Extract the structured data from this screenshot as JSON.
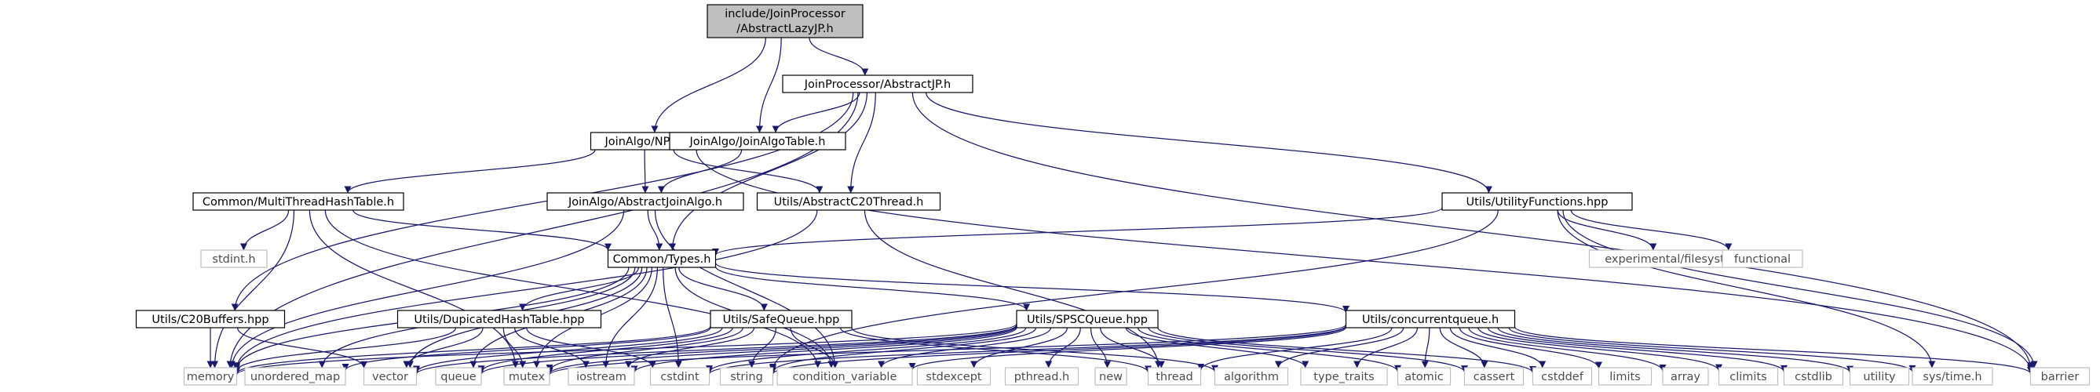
{
  "graph": {
    "nodes": [
      {
        "id": "root",
        "label": "include/JoinProcessor\n/AbstractLazyJP.h",
        "kind": "root"
      },
      {
        "id": "abstractjp",
        "label": "JoinProcessor/AbstractJP.h",
        "kind": "file"
      },
      {
        "id": "npj",
        "label": "JoinAlgo/NPJ.h",
        "kind": "file"
      },
      {
        "id": "joinalgotable",
        "label": "JoinAlgo/JoinAlgoTable.h",
        "kind": "file"
      },
      {
        "id": "mtht",
        "label": "Common/MultiThreadHashTable.h",
        "kind": "file"
      },
      {
        "id": "abstractjoinalgo",
        "label": "JoinAlgo/AbstractJoinAlgo.h",
        "kind": "file"
      },
      {
        "id": "c20thread",
        "label": "Utils/AbstractC20Thread.h",
        "kind": "file"
      },
      {
        "id": "utilityfns",
        "label": "Utils/UtilityFunctions.hpp",
        "kind": "file"
      },
      {
        "id": "stdint_h",
        "label": "stdint.h",
        "kind": "sys"
      },
      {
        "id": "types",
        "label": "Common/Types.h",
        "kind": "file"
      },
      {
        "id": "expfs",
        "label": "experimental/filesystem",
        "kind": "sys"
      },
      {
        "id": "functional",
        "label": "functional",
        "kind": "sys"
      },
      {
        "id": "c20buffers",
        "label": "Utils/C20Buffers.hpp",
        "kind": "file"
      },
      {
        "id": "dupht",
        "label": "Utils/DupicatedHashTable.hpp",
        "kind": "file"
      },
      {
        "id": "safequeue",
        "label": "Utils/SafeQueue.hpp",
        "kind": "file"
      },
      {
        "id": "spscqueue",
        "label": "Utils/SPSCQueue.hpp",
        "kind": "file"
      },
      {
        "id": "concqueue",
        "label": "Utils/concurrentqueue.h",
        "kind": "file"
      },
      {
        "id": "memory",
        "label": "memory",
        "kind": "sys"
      },
      {
        "id": "unordered_map",
        "label": "unordered_map",
        "kind": "sys"
      },
      {
        "id": "vector",
        "label": "vector",
        "kind": "sys"
      },
      {
        "id": "queue",
        "label": "queue",
        "kind": "sys"
      },
      {
        "id": "mutex",
        "label": "mutex",
        "kind": "sys"
      },
      {
        "id": "iostream",
        "label": "iostream",
        "kind": "sys"
      },
      {
        "id": "cstdint",
        "label": "cstdint",
        "kind": "sys"
      },
      {
        "id": "string",
        "label": "string",
        "kind": "sys"
      },
      {
        "id": "condvar",
        "label": "condition_variable",
        "kind": "sys"
      },
      {
        "id": "stdexcept",
        "label": "stdexcept",
        "kind": "sys"
      },
      {
        "id": "pthread",
        "label": "pthread.h",
        "kind": "sys"
      },
      {
        "id": "new",
        "label": "new",
        "kind": "sys"
      },
      {
        "id": "thread",
        "label": "thread",
        "kind": "sys"
      },
      {
        "id": "algorithm",
        "label": "algorithm",
        "kind": "sys"
      },
      {
        "id": "type_traits",
        "label": "type_traits",
        "kind": "sys"
      },
      {
        "id": "atomic",
        "label": "atomic",
        "kind": "sys"
      },
      {
        "id": "cassert",
        "label": "cassert",
        "kind": "sys"
      },
      {
        "id": "cstddef",
        "label": "cstddef",
        "kind": "sys"
      },
      {
        "id": "limits",
        "label": "limits",
        "kind": "sys"
      },
      {
        "id": "array",
        "label": "array",
        "kind": "sys"
      },
      {
        "id": "climits",
        "label": "climits",
        "kind": "sys"
      },
      {
        "id": "cstdlib",
        "label": "cstdlib",
        "kind": "sys"
      },
      {
        "id": "utility",
        "label": "utility",
        "kind": "sys"
      },
      {
        "id": "systime",
        "label": "sys/time.h",
        "kind": "sys"
      },
      {
        "id": "barrier",
        "label": "barrier",
        "kind": "sys"
      }
    ],
    "edges": [
      [
        "root",
        "abstractjp"
      ],
      [
        "root",
        "npj"
      ],
      [
        "root",
        "joinalgotable"
      ],
      [
        "abstractjp",
        "memory"
      ],
      [
        "abstractjp",
        "c20buffers"
      ],
      [
        "abstractjp",
        "joinalgotable"
      ],
      [
        "abstractjp",
        "c20thread"
      ],
      [
        "abstractjp",
        "types"
      ],
      [
        "abstractjp",
        "utilityfns"
      ],
      [
        "abstractjp",
        "barrier"
      ],
      [
        "npj",
        "mtht"
      ],
      [
        "npj",
        "abstractjoinalgo"
      ],
      [
        "npj",
        "c20thread"
      ],
      [
        "npj",
        "barrier"
      ],
      [
        "joinalgotable",
        "abstractjoinalgo"
      ],
      [
        "mtht",
        "stdint_h"
      ],
      [
        "mtht",
        "types"
      ],
      [
        "mtht",
        "memory"
      ],
      [
        "mtht",
        "mutex"
      ],
      [
        "mtht",
        "condvar"
      ],
      [
        "abstractjoinalgo",
        "types"
      ],
      [
        "abstractjoinalgo",
        "memory"
      ],
      [
        "abstractjoinalgo",
        "condvar"
      ],
      [
        "c20thread",
        "memory"
      ],
      [
        "c20thread",
        "thread"
      ],
      [
        "utilityfns",
        "types"
      ],
      [
        "utilityfns",
        "expfs"
      ],
      [
        "utilityfns",
        "functional"
      ],
      [
        "utilityfns",
        "string"
      ],
      [
        "utilityfns",
        "systime"
      ],
      [
        "utilityfns",
        "barrier"
      ],
      [
        "types",
        "memory"
      ],
      [
        "types",
        "unordered_map"
      ],
      [
        "types",
        "vector"
      ],
      [
        "types",
        "queue"
      ],
      [
        "types",
        "mutex"
      ],
      [
        "types",
        "iostream"
      ],
      [
        "types",
        "dupht"
      ],
      [
        "types",
        "safequeue"
      ],
      [
        "types",
        "spscqueue"
      ],
      [
        "types",
        "concqueue"
      ],
      [
        "types",
        "condvar"
      ],
      [
        "types",
        "cstdint"
      ],
      [
        "c20buffers",
        "memory"
      ],
      [
        "c20buffers",
        "vector"
      ],
      [
        "dupht",
        "vector"
      ],
      [
        "dupht",
        "iostream"
      ],
      [
        "dupht",
        "memory"
      ],
      [
        "dupht",
        "mutex"
      ],
      [
        "dupht",
        "cstdint"
      ],
      [
        "safequeue",
        "memory"
      ],
      [
        "safequeue",
        "queue"
      ],
      [
        "safequeue",
        "mutex"
      ],
      [
        "safequeue",
        "condvar"
      ],
      [
        "safequeue",
        "iostream"
      ],
      [
        "safequeue",
        "vector"
      ],
      [
        "safequeue",
        "string"
      ],
      [
        "safequeue",
        "thread"
      ],
      [
        "safequeue",
        "unordered_map"
      ],
      [
        "safequeue",
        "algorithm"
      ],
      [
        "spscqueue",
        "memory"
      ],
      [
        "spscqueue",
        "atomic"
      ],
      [
        "spscqueue",
        "cassert"
      ],
      [
        "spscqueue",
        "cstddef"
      ],
      [
        "spscqueue",
        "stdexcept"
      ],
      [
        "spscqueue",
        "type_traits"
      ],
      [
        "spscqueue",
        "new"
      ],
      [
        "spscqueue",
        "thread"
      ],
      [
        "spscqueue",
        "condvar"
      ],
      [
        "spscqueue",
        "mutex"
      ],
      [
        "spscqueue",
        "string"
      ],
      [
        "spscqueue",
        "iostream"
      ],
      [
        "spscqueue",
        "queue"
      ],
      [
        "spscqueue",
        "vector"
      ],
      [
        "spscqueue",
        "pthread"
      ],
      [
        "spscqueue",
        "cstdint"
      ],
      [
        "concqueue",
        "cstddef"
      ],
      [
        "concqueue",
        "cstdint"
      ],
      [
        "concqueue",
        "type_traits"
      ],
      [
        "concqueue",
        "algorithm"
      ],
      [
        "concqueue",
        "utility"
      ],
      [
        "concqueue",
        "limits"
      ],
      [
        "concqueue",
        "climits"
      ],
      [
        "concqueue",
        "array"
      ],
      [
        "concqueue",
        "thread"
      ],
      [
        "concqueue",
        "mutex"
      ],
      [
        "concqueue",
        "atomic"
      ],
      [
        "concqueue",
        "cassert"
      ],
      [
        "concqueue",
        "cstdlib"
      ],
      [
        "concqueue",
        "systime"
      ],
      [
        "concqueue",
        "barrier"
      ],
      [
        "concqueue",
        "string"
      ],
      [
        "concqueue",
        "condvar"
      ]
    ]
  }
}
